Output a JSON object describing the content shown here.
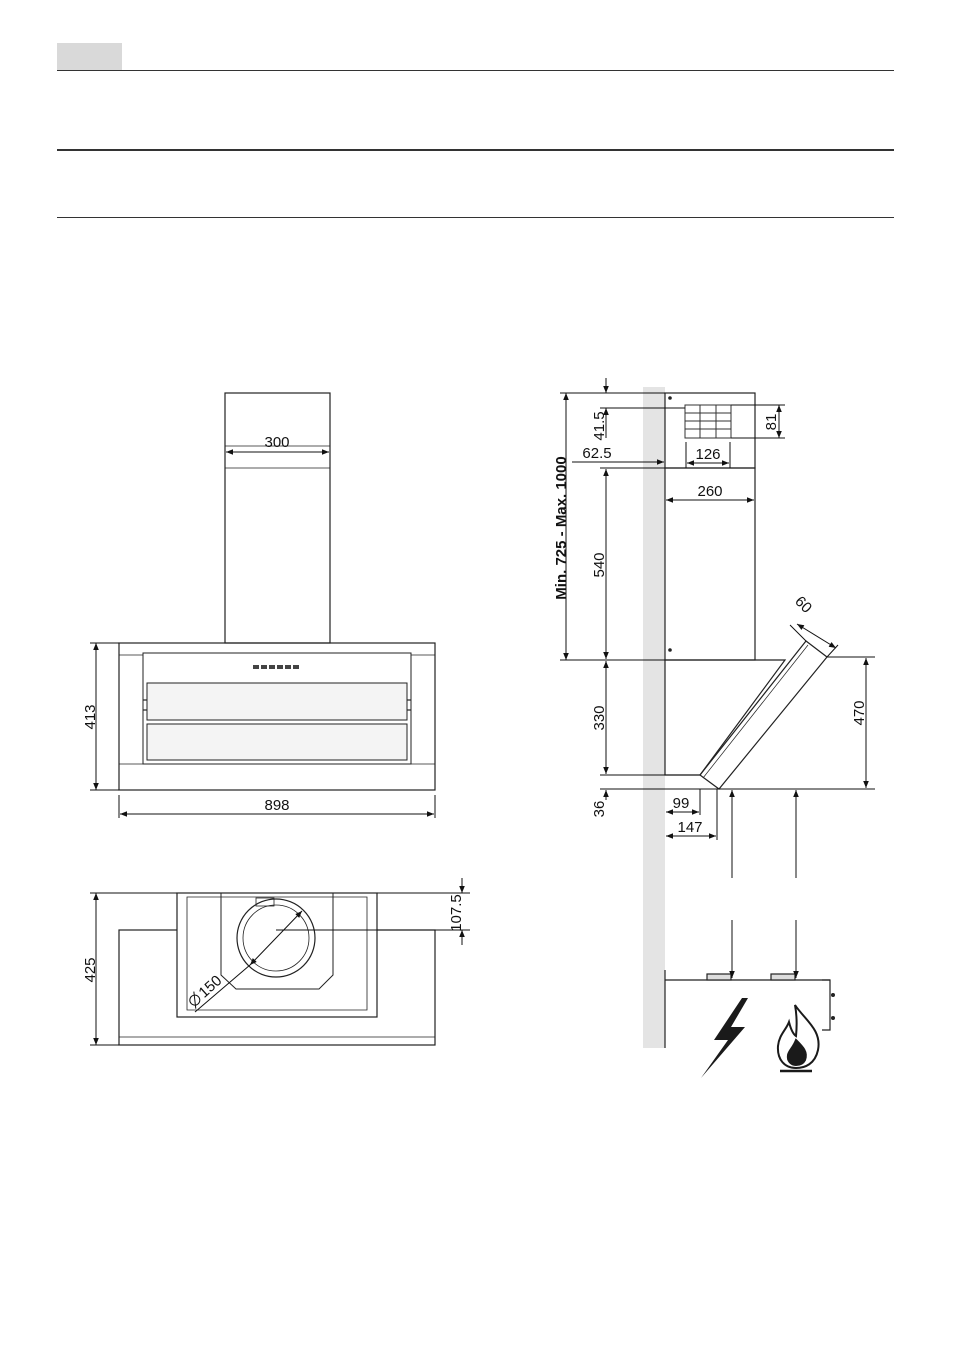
{
  "front_view": {
    "chimney_width": "300",
    "hood_height": "413",
    "hood_width": "898"
  },
  "top_view": {
    "depth": "425",
    "duct_offset": "107.5",
    "duct_diameter": "150"
  },
  "side_view": {
    "range_label": "Min. 725 - Max. 1000",
    "top_gap": "41.5",
    "vent_height": "81",
    "wall_offset": "62.5",
    "vent_width": "126",
    "chimney_depth": "260",
    "chimney_height": "540",
    "panel_thickness": "60",
    "body_height": "330",
    "panel_height": "470",
    "bottom_gap": "36",
    "lower_depth": "99",
    "upper_depth": "147"
  },
  "icons": [
    "electric-hob-icon",
    "gas-flame-icon"
  ]
}
